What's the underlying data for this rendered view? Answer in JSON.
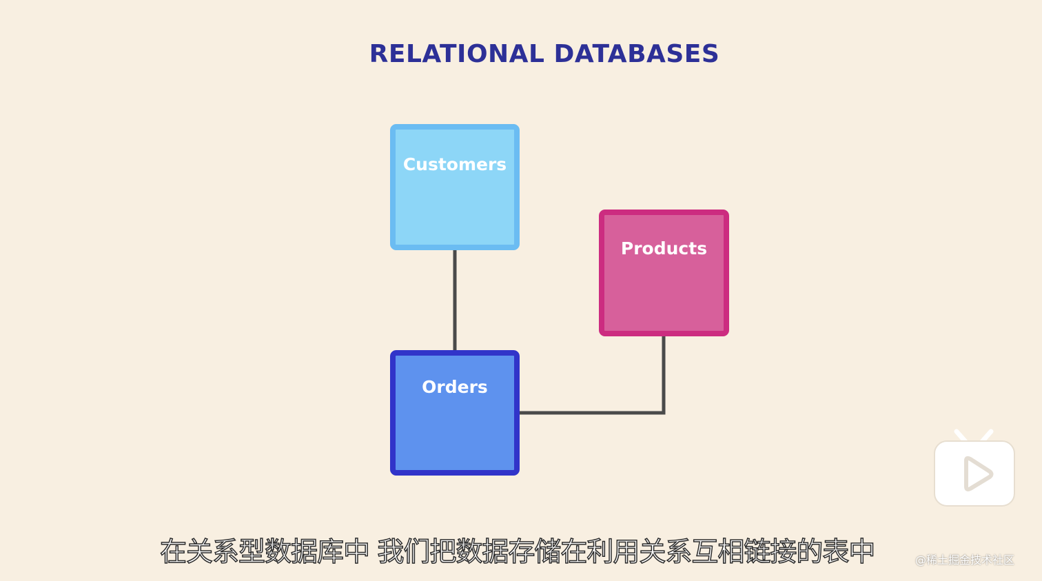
{
  "title": "RELATIONAL DATABASES",
  "tables": {
    "customers": "Customers",
    "products": "Products",
    "orders": "Orders"
  },
  "relationships": [
    {
      "from": "Customers",
      "to": "Orders"
    },
    {
      "from": "Orders",
      "to": "Products"
    }
  ],
  "subtitle": "在关系型数据库中 我们把数据存储在利用关系互相链接的表中",
  "watermark": "@稀土掘金技术社区",
  "colors": {
    "background": "#f8efe1",
    "title": "#2d3097",
    "customers_fill": "#8dd6f7",
    "customers_border": "#6bbcf2",
    "products_fill": "#d7609b",
    "products_border": "#cc2c80",
    "orders_fill": "#5e92ee",
    "orders_border": "#3134c9",
    "connector": "#4a4a4a"
  },
  "icons": {
    "player": "play-tv-icon"
  }
}
